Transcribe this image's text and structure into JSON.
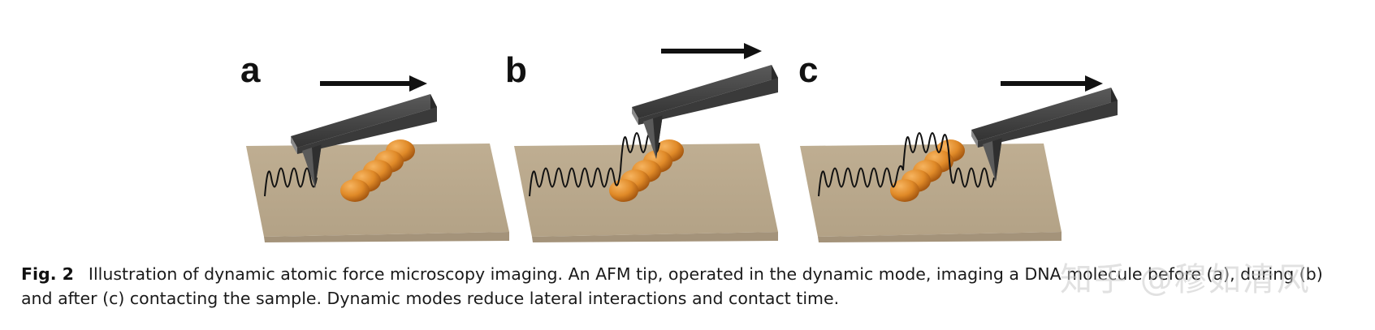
{
  "figure": {
    "panels": [
      {
        "letter": "a"
      },
      {
        "letter": "b"
      },
      {
        "letter": "c"
      }
    ],
    "colors": {
      "substrate": "#b8a88c",
      "substrate_side": "#a8977a",
      "cantilever": "#4a4a4a",
      "cantilever_light": "#7d7d7d",
      "molecule": "#e08a28",
      "arrow": "#111111"
    }
  },
  "caption": {
    "label": "Fig. 2",
    "text": "Illustration of dynamic atomic force microscopy imaging. An AFM tip, operated in the dynamic mode, imaging a DNA molecule before (a), during (b) and after (c) contacting the sample. Dynamic modes reduce lateral interactions and contact time."
  },
  "watermark": "知乎 @穆如清风"
}
